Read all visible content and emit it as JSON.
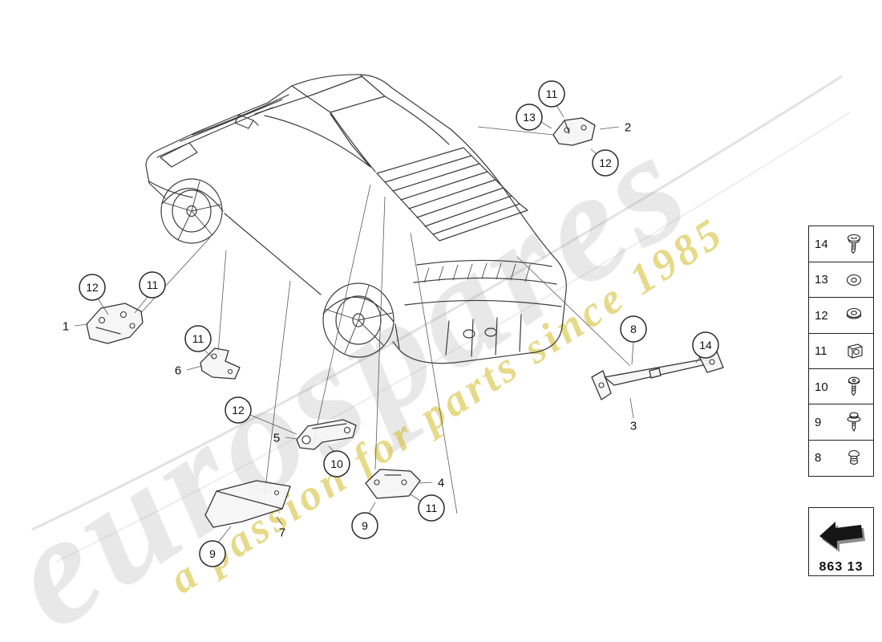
{
  "watermark": {
    "brand": "eurospares",
    "tagline": "a passion for parts since 1985"
  },
  "callouts": [
    "12",
    "11",
    "11",
    "12",
    "10",
    "9",
    "9",
    "11",
    "8",
    "14",
    "11",
    "13",
    "12"
  ],
  "part_labels": [
    "1",
    "6",
    "5",
    "7",
    "4",
    "3",
    "2"
  ],
  "legend": {
    "rows": [
      {
        "num": "14",
        "icon": "pan-head-screw-icon"
      },
      {
        "num": "13",
        "icon": "washer-icon"
      },
      {
        "num": "12",
        "icon": "flange-nut-icon"
      },
      {
        "num": "11",
        "icon": "clip-nut-icon"
      },
      {
        "num": "10",
        "icon": "torx-screw-icon"
      },
      {
        "num": "9",
        "icon": "bolt-washer-icon"
      },
      {
        "num": "8",
        "icon": "grommet-icon"
      }
    ],
    "part_code": "863 13"
  }
}
